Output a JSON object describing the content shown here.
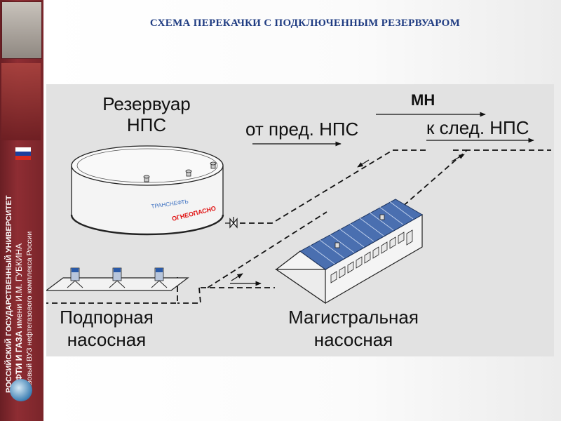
{
  "slide": {
    "title": "СХЕМА ПЕРЕКАЧКИ С ПОДКЛЮЧЕННЫМ РЕЗЕРВУАРОМ"
  },
  "sidebar": {
    "line1": "РОССИЙСКИЙ ГОСУДАРСТВЕННЫЙ УНИВЕРСИТЕТ",
    "line2_bold": "НЕФТИ И ГАЗА",
    "line2_rest": " имени И.М. ГУБКИНА",
    "line3": "Базовый ВУЗ нефтегазового комплекса России"
  },
  "diagram": {
    "reservoir_label_1": "Резервуар",
    "reservoir_label_2": "НПС",
    "mh_label": "МН",
    "from_label": "от пред. НПС",
    "to_label": "к след. НПС",
    "booster_label_1": "Подпорная",
    "booster_label_2": "насосная",
    "main_label_1": "Магистральная",
    "main_label_2": "насосная",
    "tank_text": "ТРАНСНЕФТЬ",
    "tank_warning": "ОГНЕОПАСНО"
  },
  "colors": {
    "title": "#1f3c82",
    "sidebar": "#8e2d33",
    "roof": "#4a6fb0",
    "warning": "#e01010",
    "tank_text": "#3a6fc0"
  }
}
